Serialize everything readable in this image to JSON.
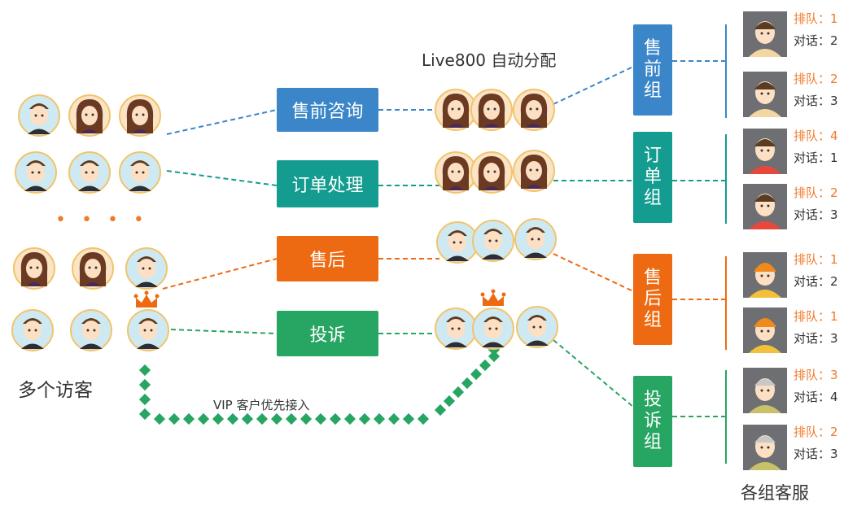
{
  "labels": {
    "auto_assign": "Live800 自动分配",
    "visitors": "多个访客",
    "vip": "VIP 客户优先接入",
    "agents": "各组客服",
    "dots": "• • • •"
  },
  "categories": [
    {
      "label": "售前咨询",
      "color": "#3a86c8"
    },
    {
      "label": "订单处理",
      "color": "#139c8f"
    },
    {
      "label": "售后",
      "color": "#ee6a12"
    },
    {
      "label": "投诉",
      "color": "#27a562"
    }
  ],
  "groups": [
    {
      "chars": [
        "售",
        "前",
        "组"
      ],
      "color": "#3a86c8"
    },
    {
      "chars": [
        "订",
        "单",
        "组"
      ],
      "color": "#139c8f"
    },
    {
      "chars": [
        "售",
        "后",
        "组"
      ],
      "color": "#ee6a12"
    },
    {
      "chars": [
        "投",
        "诉",
        "组"
      ],
      "color": "#27a562"
    }
  ],
  "agents": [
    {
      "queue_label": "排队：",
      "queue": "1",
      "talk_label": "对话：",
      "talk": "2",
      "group": 0
    },
    {
      "queue_label": "排队：",
      "queue": "2",
      "talk_label": "对话：",
      "talk": "3",
      "group": 0
    },
    {
      "queue_label": "排队：",
      "queue": "4",
      "talk_label": "对话：",
      "talk": "1",
      "group": 1
    },
    {
      "queue_label": "排队：",
      "queue": "2",
      "talk_label": "对话：",
      "talk": "3",
      "group": 1
    },
    {
      "queue_label": "排队：",
      "queue": "1",
      "talk_label": "对话：",
      "talk": "2",
      "group": 2
    },
    {
      "queue_label": "排队：",
      "queue": "1",
      "talk_label": "对话：",
      "talk": "3",
      "group": 2
    },
    {
      "queue_label": "排队：",
      "queue": "3",
      "talk_label": "对话：",
      "talk": "4",
      "group": 3
    },
    {
      "queue_label": "排队：",
      "queue": "2",
      "talk_label": "对话：",
      "talk": "3",
      "group": 3
    }
  ],
  "colors": {
    "blue": "#3a86c8",
    "teal": "#139c8f",
    "orange": "#ee6a12",
    "green": "#27a562",
    "queue_text": "#f07a2a",
    "agent_bg": "#6d6f72",
    "crown": "#ee6a12"
  },
  "icons": [
    "visitor-avatar-icon",
    "agent-avatar-icon",
    "crown-icon"
  ]
}
